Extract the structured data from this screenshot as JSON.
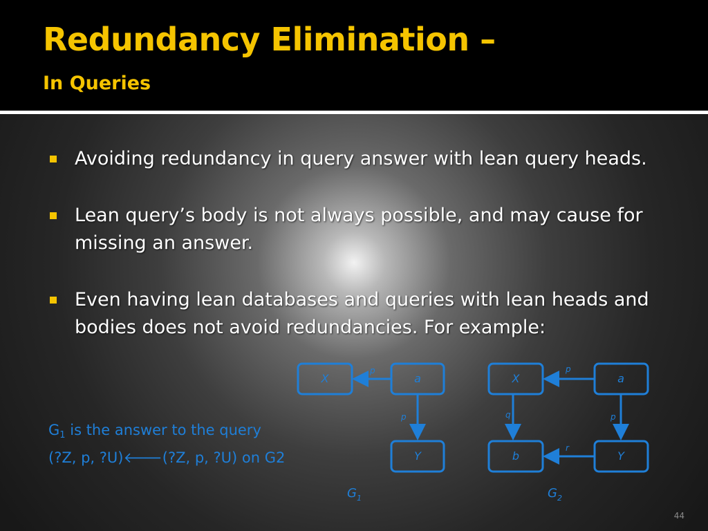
{
  "slide": {
    "title": "Redundancy Elimination –",
    "subtitle": "In Queries",
    "bullets": [
      {
        "text": "Avoiding redundancy in query answer with lean query heads."
      },
      {
        "text": "Lean query’s body is not always possible, and may cause for missing an answer."
      },
      {
        "text": "Even having lean databases and queries with lean heads and bodies does not avoid redundancies. For example:"
      }
    ],
    "note": {
      "g": "G",
      "g_sub": "1",
      "line1_rest": " is the answer to the query",
      "line2": "(?Z, p, ?U)🡐(?Z, p, ?U) on G2"
    },
    "page_number": "44"
  },
  "graphs": {
    "g1": {
      "label": "G",
      "label_sub": "1",
      "nodes": {
        "x": "X",
        "a": "a",
        "y": "Y"
      },
      "edges": {
        "a_x": "p",
        "a_y": "p"
      }
    },
    "g2": {
      "label": "G",
      "label_sub": "2",
      "nodes": {
        "x": "X",
        "a": "a",
        "b": "b",
        "y": "Y"
      },
      "edges": {
        "a_x": "p",
        "x_b": "q",
        "a_y": "p",
        "y_b": "r"
      }
    }
  },
  "colors": {
    "accent": "#f5c400",
    "graph_blue": "#1f7fd8",
    "text": "#ffffff"
  }
}
